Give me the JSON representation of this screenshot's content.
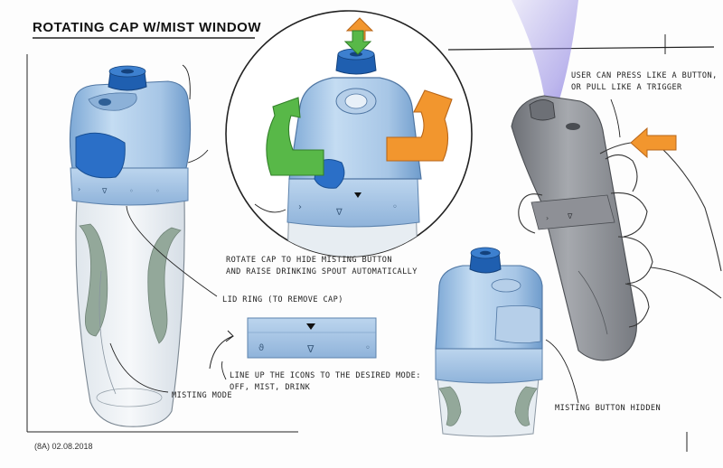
{
  "title": "ROTATING CAP W/MIST WINDOW",
  "footer": "(8A) 02.08.2018",
  "annotations": {
    "user_press": [
      "USER CAN PRESS LIKE A BUTTON,",
      "OR PULL LIKE A TRIGGER"
    ],
    "rotate_cap": [
      "ROTATE CAP TO HIDE MISTING BUTTON",
      "AND RAISE DRINKING SPOUT AUTOMATICALLY"
    ],
    "lid_ring": "LID RING (TO REMOVE CAP)",
    "line_up": [
      "LINE UP THE ICONS TO THE DESIRED MODE:",
      "OFF, MIST, DRINK"
    ],
    "misting_mode": "MISTING MODE",
    "button_hidden": "MISTING BUTTON HIDDEN"
  },
  "colors": {
    "cap_blue": "#a9c8e8",
    "button_blue": "#2b6fc7",
    "spout_blue": "#1f5fb0",
    "grip_green": "#93a89a",
    "arrow_green": "#58b848",
    "arrow_orange": "#f2962e",
    "mist_purple": "#8a7fe0",
    "grey_bottle": "#8e9096"
  },
  "icons": [
    "bottle-left-icon",
    "bottle-zoom-icon",
    "bottle-right-icon",
    "bottle-grey-icon",
    "hand-icon",
    "rotate-arrow-green-icon",
    "rotate-arrow-orange-icon",
    "up-arrow-icon",
    "down-arrow-icon",
    "press-arrow-icon",
    "mist-spray-icon",
    "lid-ring-strip-icon"
  ]
}
